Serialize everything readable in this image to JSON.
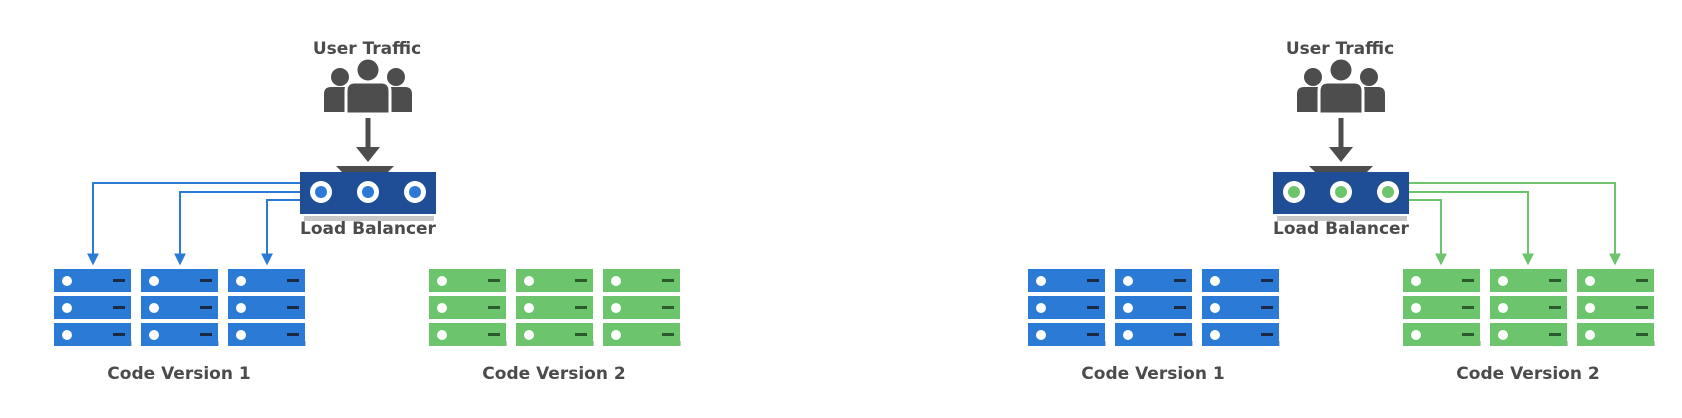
{
  "colors": {
    "background": "#ffffff",
    "text": "#4b4b4b",
    "people": "#4d4d4d",
    "load_balancer_body": "#1f4e96",
    "version1_blue": "#2b7bd6",
    "version1_slot": "#1b2a44",
    "version2_green": "#6cc56d",
    "version2_slot": "#2b5a2c",
    "server_shadow": "#c8c8c8",
    "route_blue": "#2b7bd6",
    "route_green": "#6cc56d"
  },
  "panels": [
    {
      "user_traffic_label": "User Traffic",
      "user_icon": "users-group-icon",
      "load_balancer_label": "Load Balancer",
      "load_balancer_indicator_color": "#2b7bd6",
      "route_color": "#2b7bd6",
      "active_version": "Code Version 1",
      "groups": [
        {
          "label": "Code Version 1",
          "color": "#2b7bd6",
          "slot": "#1b2a44",
          "racks": 3,
          "units_per_rack": 3
        },
        {
          "label": "Code Version 2",
          "color": "#6cc56d",
          "slot": "#2b5a2c",
          "racks": 3,
          "units_per_rack": 3
        }
      ]
    },
    {
      "user_traffic_label": "User Traffic",
      "user_icon": "users-group-icon",
      "load_balancer_label": "Load Balancer",
      "load_balancer_indicator_color": "#6cc56d",
      "route_color": "#6cc56d",
      "active_version": "Code Version 2",
      "groups": [
        {
          "label": "Code Version 1",
          "color": "#2b7bd6",
          "slot": "#1b2a44",
          "racks": 3,
          "units_per_rack": 3
        },
        {
          "label": "Code Version 2",
          "color": "#6cc56d",
          "slot": "#2b5a2c",
          "racks": 3,
          "units_per_rack": 3
        }
      ]
    }
  ]
}
